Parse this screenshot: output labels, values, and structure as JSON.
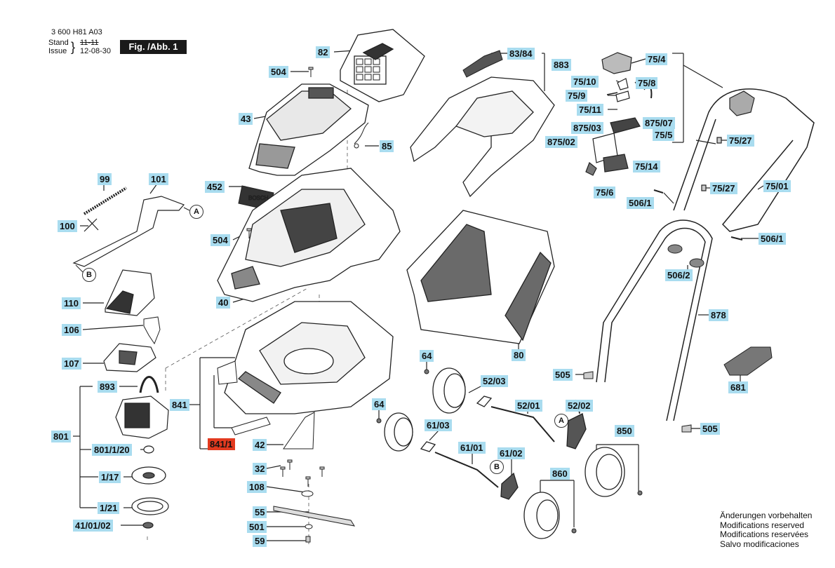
{
  "header": {
    "doc_number": "3 600 H81 A03",
    "stand_label": "Stand",
    "issue_label": "Issue",
    "old_date": "11-11",
    "date": "12-08-30",
    "figure_label": "Fig. /Abb. 1"
  },
  "parts": {
    "p82": "82",
    "p504a": "504",
    "p43": "43",
    "p85": "85",
    "p452": "452",
    "p504b": "504",
    "p99": "99",
    "p101": "101",
    "p100": "100",
    "p40": "40",
    "p110": "110",
    "p106": "106",
    "p107": "107",
    "p893": "893",
    "p801": "801",
    "p801_1_20": "801/1/20",
    "p1_17": "1/17",
    "p1_21": "1/21",
    "p41_01_02": "41/01/02",
    "p841": "841",
    "p841_1": "841/1",
    "p42": "42",
    "p32": "32",
    "p108": "108",
    "p55": "55",
    "p501": "501",
    "p59": "59",
    "p83_84": "83/84",
    "p883": "883",
    "p80": "80",
    "p75_4": "75/4",
    "p75_10": "75/10",
    "p75_8": "75/8",
    "p75_9": "75/9",
    "p75_11": "75/11",
    "p875_03": "875/03",
    "p875_07": "875/07",
    "p75_5": "75/5",
    "p875_02": "875/02",
    "p75_14": "75/14",
    "p75_6": "75/6",
    "p506_1a": "506/1",
    "p75_27a": "75/27",
    "p75_27b": "75/27",
    "p75_01": "75/01",
    "p506_1b": "506/1",
    "p506_2": "506/2",
    "p878": "878",
    "p505a": "505",
    "p505b": "505",
    "p681": "681",
    "p64a": "64",
    "p52_03": "52/03",
    "p52_01": "52/01",
    "p52_02": "52/02",
    "p64b": "64",
    "p61_03": "61/03",
    "p61_01": "61/01",
    "p61_02": "61/02",
    "p850": "850",
    "p860": "860"
  },
  "markers": {
    "a1": "A",
    "a2": "A",
    "b1": "B",
    "b2": "B"
  },
  "highlight_color": "#a9dcef",
  "active_color": "#e23a1f",
  "notes": [
    "Änderungen vorbehalten",
    "Modifications reserved",
    "Modifications reservées",
    "Salvo modificaciones"
  ]
}
